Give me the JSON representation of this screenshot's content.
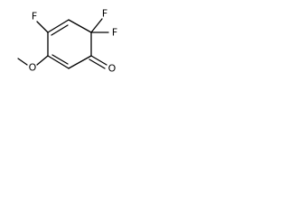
{
  "molecule": {
    "atoms": {
      "f_top_left": "F",
      "f_gem_1": "F",
      "f_gem_2": "F",
      "carbonyl_o": "O",
      "ether_o": "O"
    }
  }
}
